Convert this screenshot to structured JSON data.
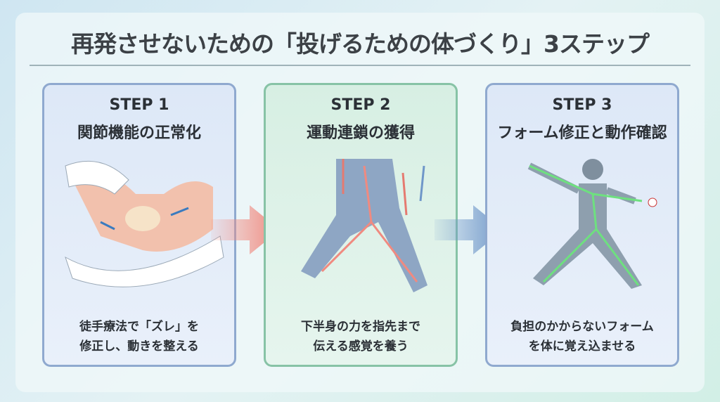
{
  "title": "再発させないための「投げるための体づくり」3ステップ",
  "steps": [
    {
      "step": "STEP 1",
      "heading": "関節機能の正常化",
      "desc_line1": "徒手療法で「ズレ」を",
      "desc_line2": "修正し、動きを整える"
    },
    {
      "step": "STEP 2",
      "heading": "運動連鎖の獲得",
      "desc_line1": "下半身の力を指先まで",
      "desc_line2": "伝える感覚を養う"
    },
    {
      "step": "STEP 3",
      "heading": "フォーム修正と動作確認",
      "desc_line1": "負担のかからないフォーム",
      "desc_line2": "を体に覚え込ませる"
    }
  ],
  "colors": {
    "card_blue_border": "#8fa9cf",
    "card_green_border": "#87c3a6",
    "arrow1": "#f08a80",
    "arrow2": "#6f97c9"
  }
}
